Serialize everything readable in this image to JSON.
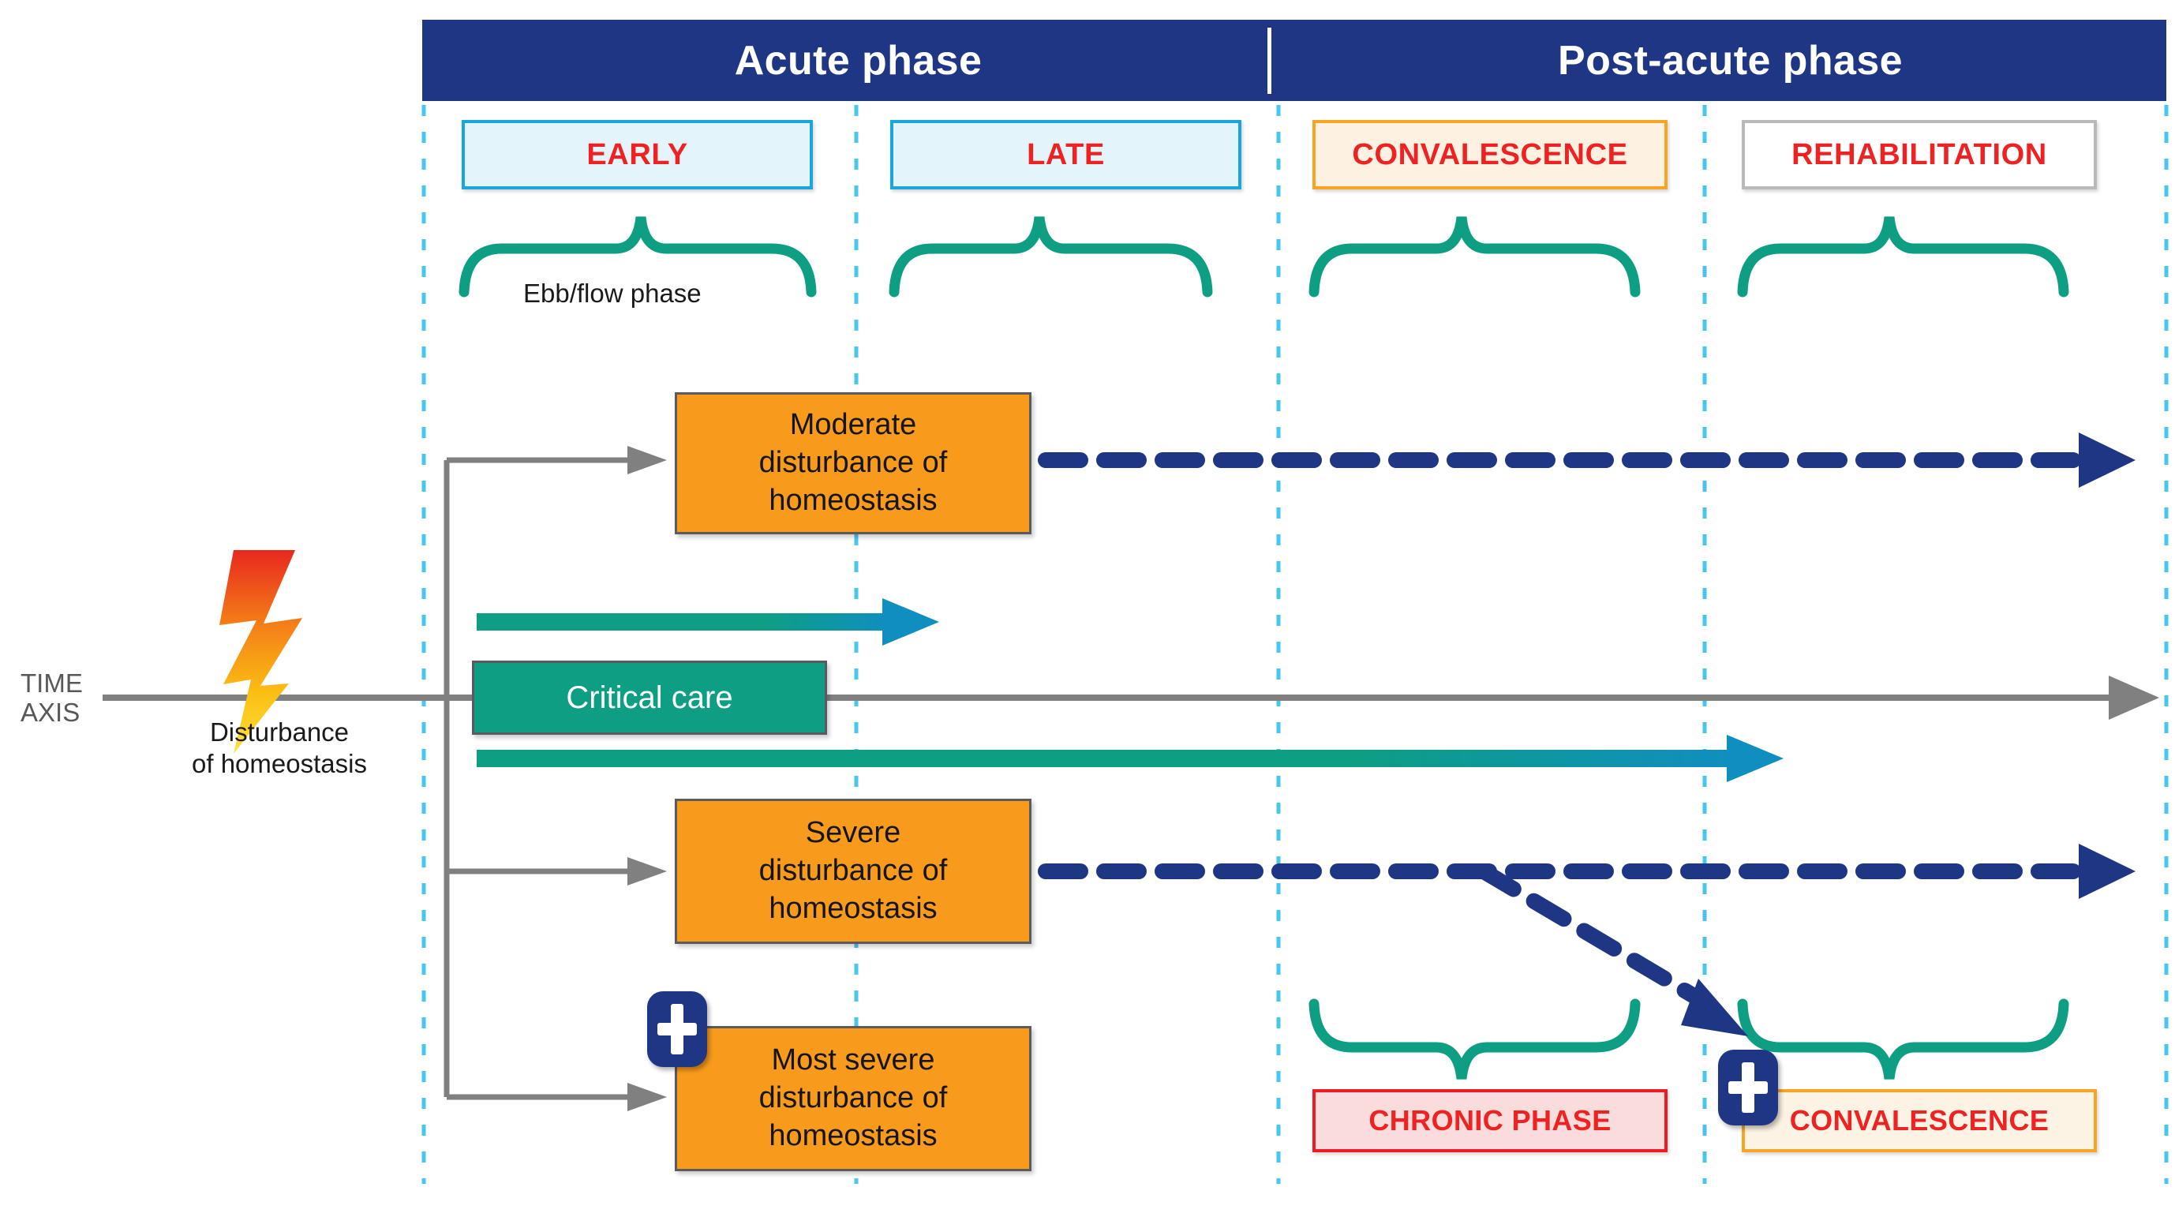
{
  "header": {
    "phases": [
      {
        "label": "Acute phase"
      },
      {
        "label": "Post-acute phase"
      }
    ]
  },
  "stages": [
    {
      "key": "early",
      "label": "EARLY",
      "border_color": "#18A6DD",
      "fill_color": "#E3F4FB",
      "text_color": "#EE2222"
    },
    {
      "key": "late",
      "label": "LATE",
      "border_color": "#18A6DD",
      "fill_color": "#E3F4FB",
      "text_color": "#EE2222"
    },
    {
      "key": "convalescence",
      "label": "CONVALESCENCE",
      "border_color": "#F9A423",
      "fill_color": "#FDF2E2",
      "text_color": "#EE2222"
    },
    {
      "key": "rehabilitation",
      "label": "REHABILITATION",
      "border_color": "#B9B9B9",
      "fill_color": "#FFFFFF",
      "text_color": "#EE2222"
    }
  ],
  "brace_label": "Ebb/flow phase",
  "outcomes": [
    {
      "key": "moderate",
      "label": "Moderate\ndisturbance of\nhomeostasis"
    },
    {
      "key": "severe",
      "label": "Severe\ndisturbance of\nhomeostasis"
    },
    {
      "key": "most_severe",
      "label": "Most severe\ndisturbance of\nhomeostasis"
    }
  ],
  "critical_care": {
    "label": "Critical care",
    "fill_color": "#0E9E84"
  },
  "time_axis": {
    "label_line1": "TIME",
    "label_line2": "AXIS",
    "color": "#808080"
  },
  "event": {
    "icon": "lightning-bolt-icon",
    "label_line1": "Disturbance",
    "label_line2": "of homeostasis"
  },
  "bottom_tags": [
    {
      "key": "chronic",
      "label": "CHRONIC PHASE",
      "border_color": "#EE1B24",
      "fill_color": "#FBDCDC",
      "text_color": "#EE2222"
    },
    {
      "key": "convalescence2",
      "label": "CONVALESCENCE",
      "border_color": "#F9A423",
      "fill_color": "#FDF3E4",
      "text_color": "#EE2222"
    }
  ],
  "icons": {
    "medical_cross_1": "medical-cross-icon",
    "medical_cross_2": "medical-cross-icon"
  },
  "colors": {
    "navy": "#1F3685",
    "teal": "#0E9E84",
    "orange": "#F89B1C",
    "red": "#EE2222",
    "cyan_gridline": "#45C7F0",
    "gray_axis": "#808080"
  }
}
